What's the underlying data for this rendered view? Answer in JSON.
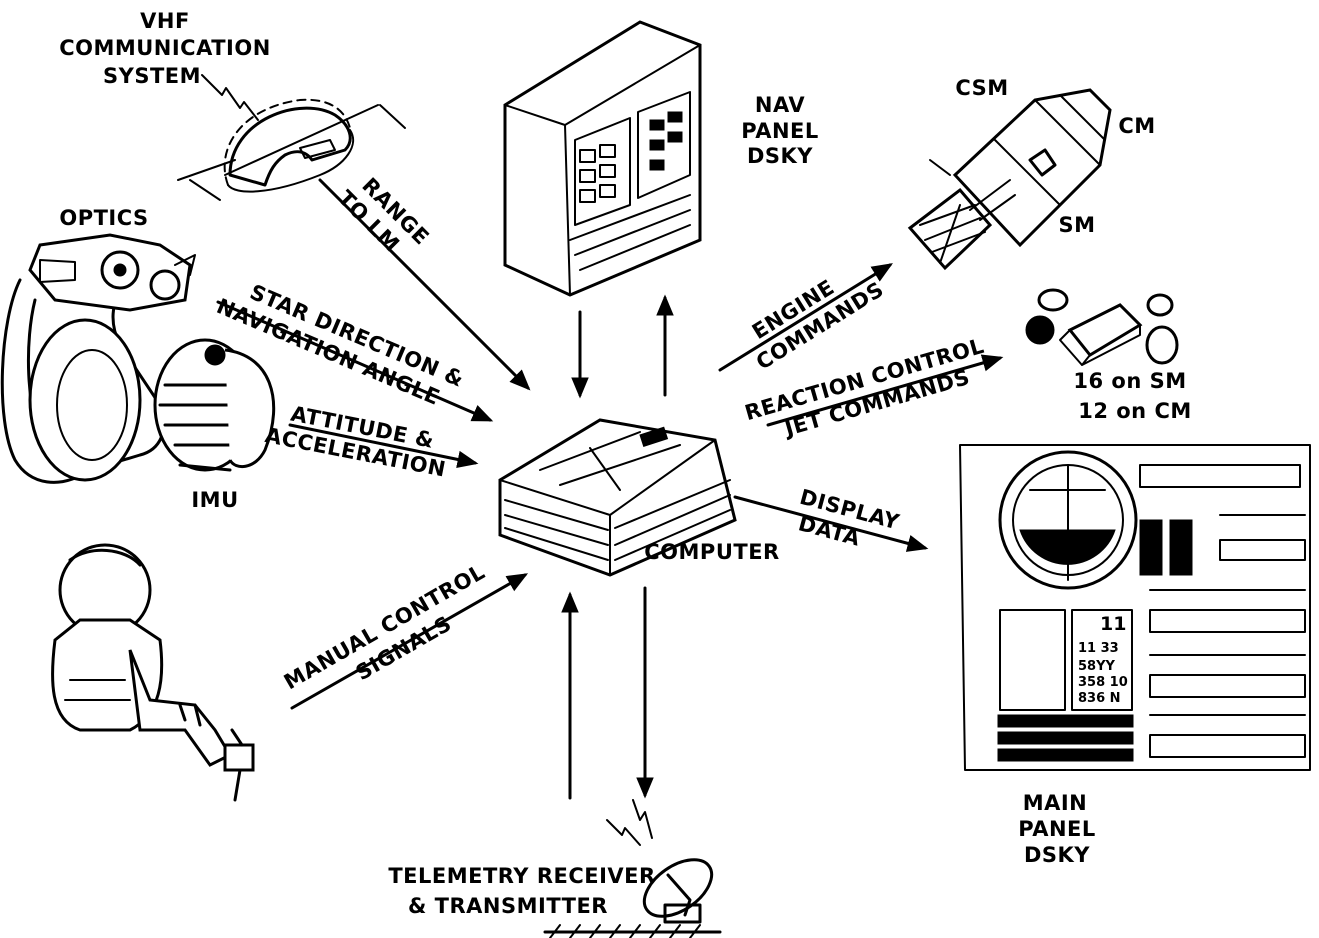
{
  "diagram": {
    "title": "Apollo Guidance Computer interfaces",
    "colors": {
      "ink": "#000000",
      "paper": "#ffffff"
    },
    "nodes": {
      "vhf": {
        "lines": [
          "VHF",
          "COMMUNICATION",
          "SYSTEM"
        ]
      },
      "optics": {
        "label": "OPTICS"
      },
      "imu": {
        "label": "IMU"
      },
      "nav_dsky": {
        "lines": [
          "NAV",
          "PANEL",
          "DSKY"
        ]
      },
      "csm": {
        "label": "CSM",
        "cm": "CM",
        "sm": "SM"
      },
      "rcs_jets": {
        "lines": [
          "16 on SM",
          "12 on CM"
        ]
      },
      "computer": {
        "label": "COMPUTER"
      },
      "main_dsky": {
        "lines": [
          "MAIN",
          "PANEL",
          "DSKY"
        ],
        "readouts": [
          "11",
          "11  33",
          "58YY",
          "358 10",
          "836 N"
        ]
      },
      "telemetry": {
        "lines": [
          "TELEMETRY RECEIVER",
          "& TRANSMITTER"
        ]
      },
      "astronaut": {
        "label": ""
      }
    },
    "flows": {
      "range_to_lm": {
        "lines": [
          "RANGE",
          "TO LM"
        ]
      },
      "star_direction": {
        "lines": [
          "STAR DIRECTION &",
          "NAVIGATION ANGLE"
        ]
      },
      "attitude": {
        "lines": [
          "ATTITUDE &",
          "ACCELERATION"
        ]
      },
      "engine": {
        "lines": [
          "ENGINE",
          "COMMANDS"
        ]
      },
      "reaction_control": {
        "lines": [
          "REACTION CONTROL",
          "JET COMMANDS"
        ]
      },
      "display_data": {
        "lines": [
          "DISPLAY",
          "DATA"
        ]
      },
      "manual_control": {
        "lines": [
          "MANUAL CONTROL",
          "SIGNALS"
        ]
      }
    }
  }
}
